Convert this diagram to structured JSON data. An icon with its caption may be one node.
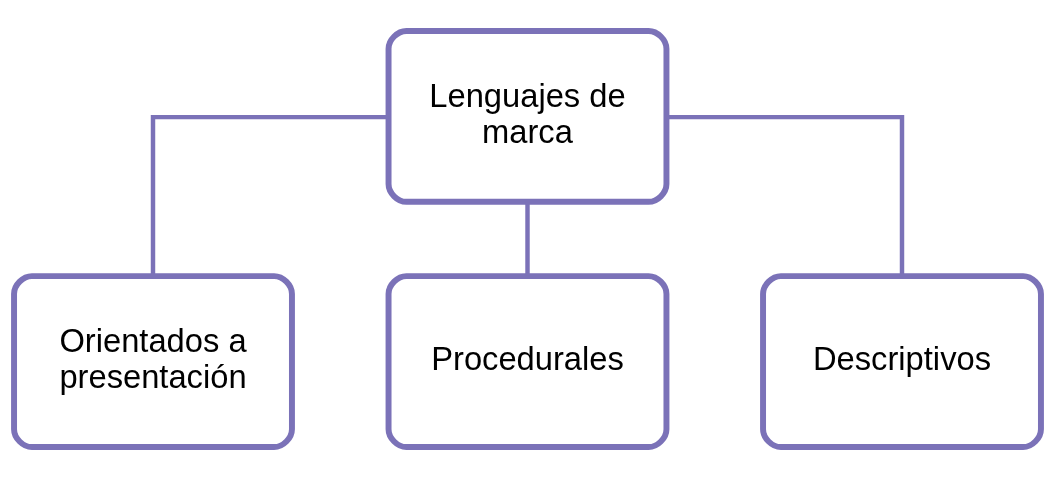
{
  "diagram": {
    "nodes": [
      {
        "text": [
          "Lenguajes de marca"
        ]
      },
      {
        "text": [
          "Orientados a presentación"
        ]
      },
      {
        "text": [
          "Procedurales"
        ]
      },
      {
        "text": [
          "Descriptivos"
        ]
      }
    ],
    "edges": [
      {
        "from": 0,
        "to": 1,
        "arrow": "none"
      },
      {
        "from": 0,
        "to": 2,
        "arrow": "none"
      },
      {
        "from": 0,
        "to": 3,
        "arrow": "none"
      }
    ]
  }
}
